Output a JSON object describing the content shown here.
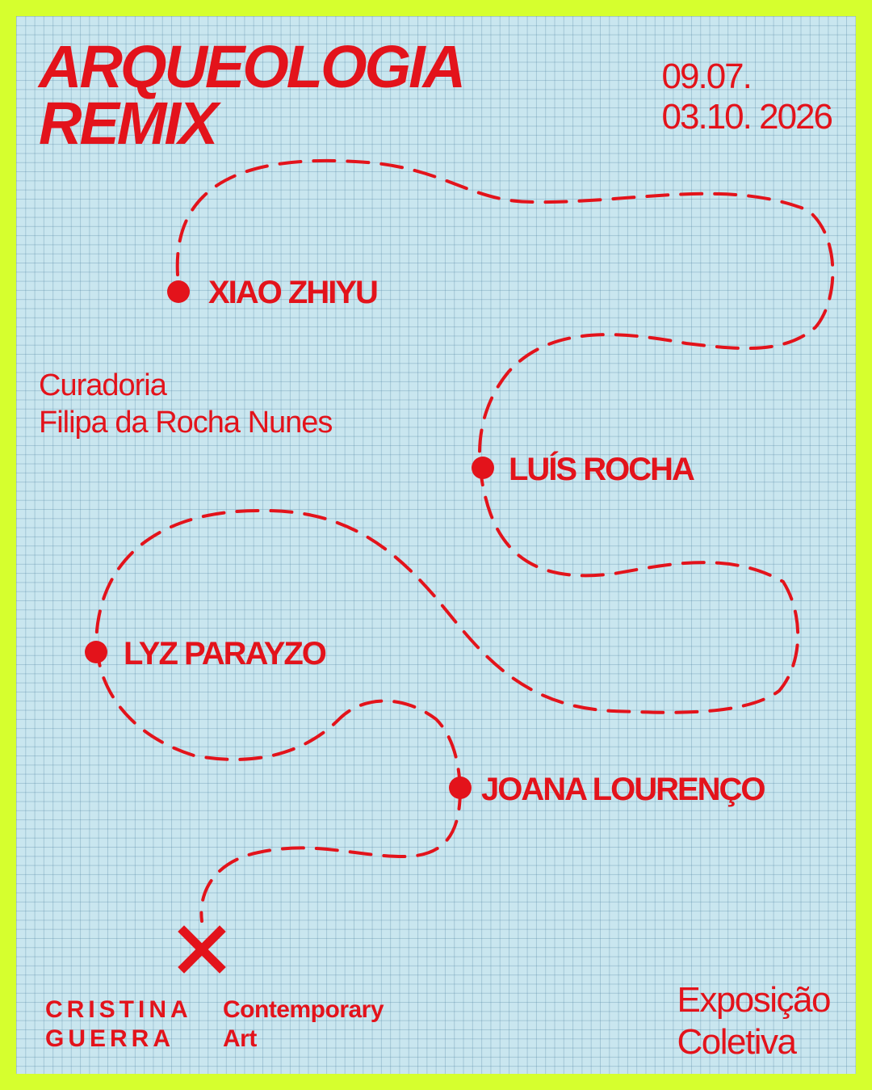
{
  "title": {
    "line1": "ARQUEOLOGIA",
    "line2": "REMIX"
  },
  "dates": {
    "start": "09.07.",
    "end": "03.10. 2026"
  },
  "curation": {
    "label": "Curadoria",
    "name": "Filipa da Rocha Nunes"
  },
  "artists": [
    "XIAO ZHIYU",
    "LUÍS ROCHA",
    "LYZ PARAYZO",
    "JOANA LOURENÇO"
  ],
  "gallery": {
    "line1": "CRISTINA",
    "line2": "GUERRA",
    "sub1": "Contemporary",
    "sub2": "Art"
  },
  "exhibition_type": {
    "line1": "Exposição",
    "line2": "Coletiva"
  },
  "colors": {
    "border": "#d6ff2e",
    "background": "#c9e6ef",
    "accent": "#e3131b"
  },
  "icons": [
    "dot-marker-icon",
    "x-marker-icon"
  ]
}
